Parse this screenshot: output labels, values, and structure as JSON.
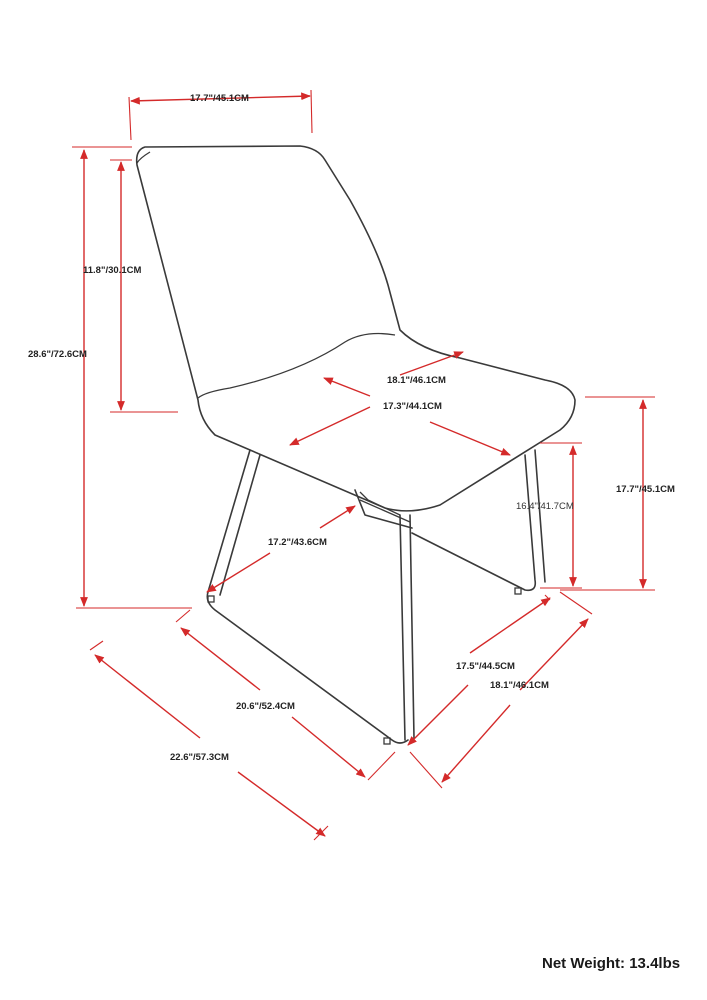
{
  "dimensions": {
    "seat_width_top": "17.7\"/45.1CM",
    "backrest_height": "11.8\"/30.1CM",
    "overall_height": "28.6\"/72.6CM",
    "seat_width": "18.1\"/46.1CM",
    "seat_depth": "17.3\"/44.1CM",
    "seat_height": "17.7\"/45.1CM",
    "frame_height": "16.4\"/41.7CM",
    "inner_depth": "17.2\"/43.6CM",
    "base_width": "17.5\"/44.5CM",
    "overall_width": "18.1\"/46.1CM",
    "base_depth": "20.6\"/52.4CM",
    "overall_depth": "22.6\"/57.3CM"
  },
  "net_weight": "Net Weight: 13.4lbs",
  "colors": {
    "dimension_line": "#d42a2a",
    "outline": "#3a3a3a"
  }
}
